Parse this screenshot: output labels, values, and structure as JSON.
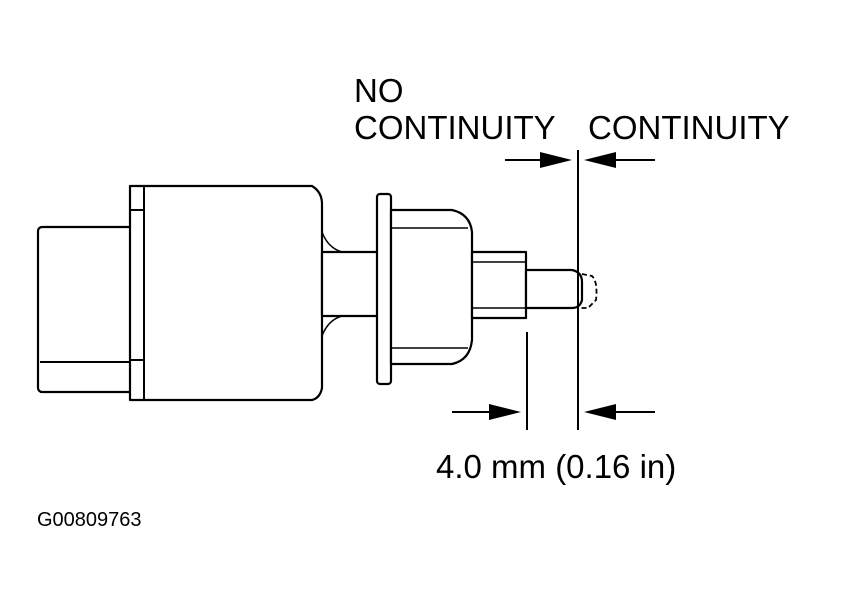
{
  "labels": {
    "no_line1": "NO",
    "no_line2": "CONTINUITY",
    "continuity": "CONTINUITY",
    "dimension": "4.0 mm (0.16 in)",
    "figure_id": "G00809763"
  },
  "colors": {
    "ink": "#000000",
    "paper": "#ffffff"
  }
}
